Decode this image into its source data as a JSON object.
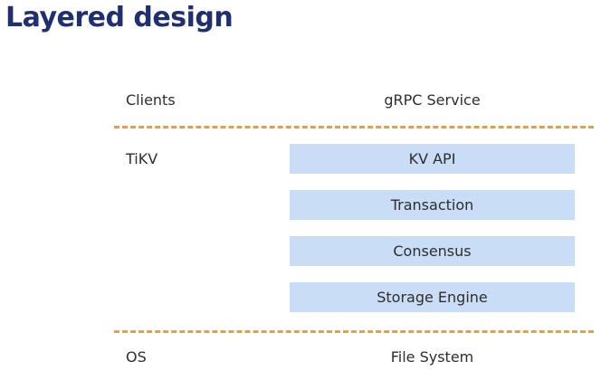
{
  "title": "Layered design",
  "layers": {
    "clients": {
      "label": "Clients",
      "service": "gRPC Service"
    },
    "tikv": {
      "label": "TiKV",
      "components": [
        "KV API",
        "Transaction",
        "Consensus",
        "Storage Engine"
      ]
    },
    "os": {
      "label": "OS",
      "service": "File System"
    }
  },
  "colors": {
    "title": "#1f2f6f",
    "divider": "#f0a02a",
    "component_fill": "#c9ddf6",
    "text": "#2e2e2e"
  }
}
